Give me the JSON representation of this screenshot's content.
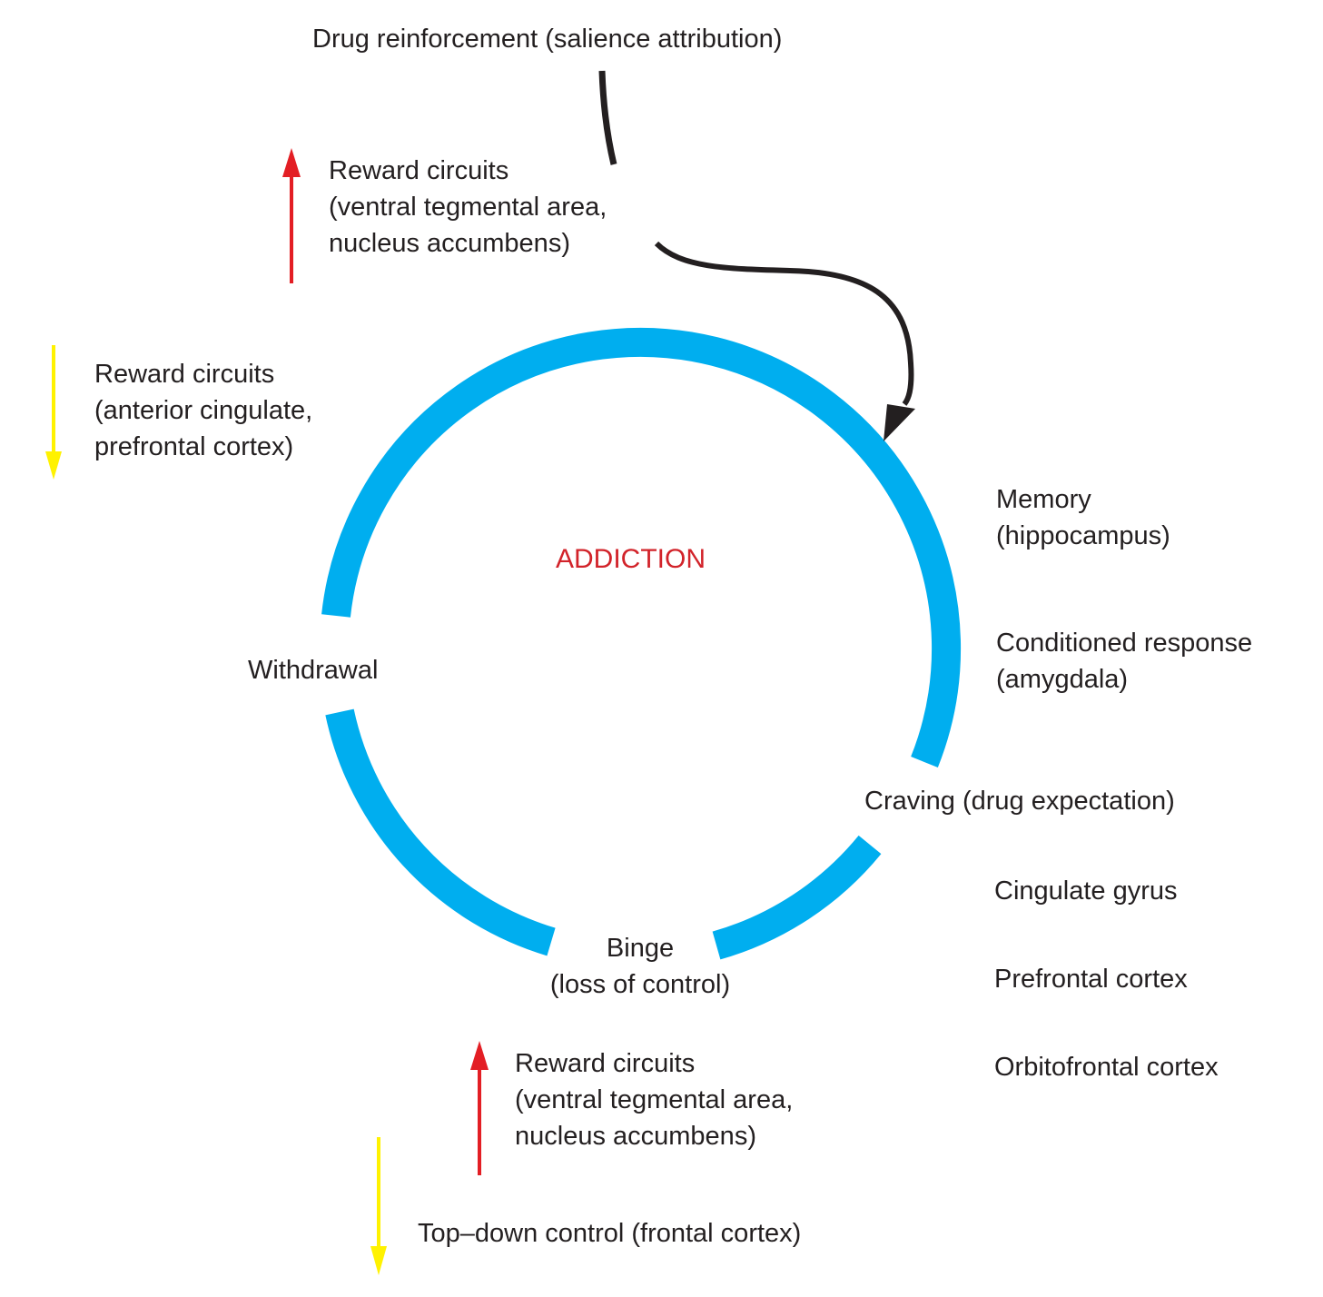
{
  "colors": {
    "cycle_ring": "#00aeef",
    "increase_arrow": "#e31e24",
    "decrease_arrow": "#fff200",
    "flow_arrow": "#231f20",
    "center_title": "#d2232a",
    "text": "#231f20"
  },
  "center_title": "ADDICTION",
  "cycle_stages": {
    "withdrawal": [
      "Withdrawal"
    ],
    "craving": [
      "Craving (drug expectation)"
    ],
    "binge": [
      "Binge",
      "(loss of control)"
    ]
  },
  "top_label": [
    "Drug reinforcement (salience attribution)"
  ],
  "upper_reward_increase": {
    "direction": "increase",
    "icon": "red-up-arrow-icon",
    "lines": [
      "Reward circuits",
      "(ventral tegmental area,",
      "nucleus accumbens)"
    ]
  },
  "left_reward_decrease": {
    "direction": "decrease",
    "icon": "yellow-down-arrow-icon",
    "lines": [
      "Reward circuits",
      "(anterior cingulate,",
      "prefrontal cortex)"
    ]
  },
  "right_regions_upper": [
    {
      "lines": [
        "Memory",
        "(hippocampus)"
      ]
    },
    {
      "lines": [
        "Conditioned response",
        "(amygdala)"
      ]
    }
  ],
  "right_regions_lower": [
    {
      "lines": [
        "Cingulate gyrus"
      ]
    },
    {
      "lines": [
        "Prefrontal cortex"
      ]
    },
    {
      "lines": [
        "Orbitofrontal cortex"
      ]
    }
  ],
  "bottom_reward_increase": {
    "direction": "increase",
    "icon": "red-up-arrow-icon",
    "lines": [
      "Reward circuits",
      "(ventral tegmental area,",
      "nucleus accumbens)"
    ]
  },
  "bottom_topdown_decrease": {
    "direction": "decrease",
    "icon": "yellow-down-arrow-icon",
    "lines": [
      "Top–down control (frontal cortex)"
    ]
  }
}
